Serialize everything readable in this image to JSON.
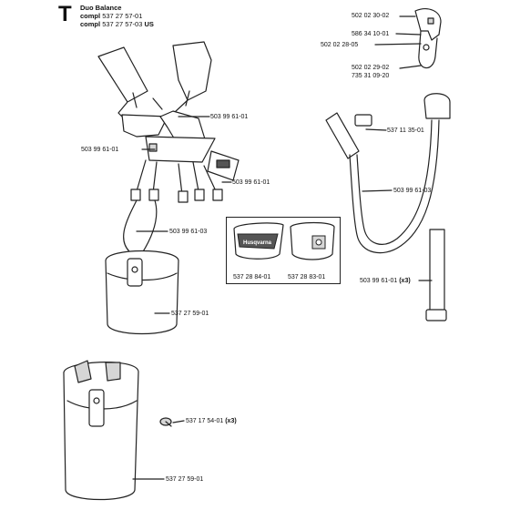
{
  "header": {
    "section_letter": "T",
    "title": "Duo Balance",
    "compl_prefix": "compl",
    "compl_1": "537 27 57-01",
    "compl_2": "537 27 57-03",
    "compl_2_suffix": "US"
  },
  "brand_text": "Husqvarna",
  "parts": {
    "p_502023002": "502 02 30-02",
    "p_586341001": "586 34 10-01",
    "p_502022805": "502 02 28-05",
    "p_502022902": "502 02 29-02",
    "p_735310920": "735 31 09-20",
    "p_503996101_a": "503 99 61-01",
    "p_503996101_b": "503 99 61-01",
    "p_503996101_c": "503 99 61-01",
    "p_503996103_a": "503 99 61-03",
    "p_537113501": "537 11 35-01",
    "p_503996103_b": "503 99 61-03",
    "p_537282801": "537 28 84-01",
    "p_537282803": "537 28 83-01",
    "p_503996101_d": "503 99 61-01",
    "p_503996101_d_qty": "(x3)",
    "p_537275901_a": "537 27 59-01",
    "p_537175401": "537 17 54-01",
    "p_537175401_qty": "(x3)",
    "p_537275901_b": "537 27 59-01"
  }
}
